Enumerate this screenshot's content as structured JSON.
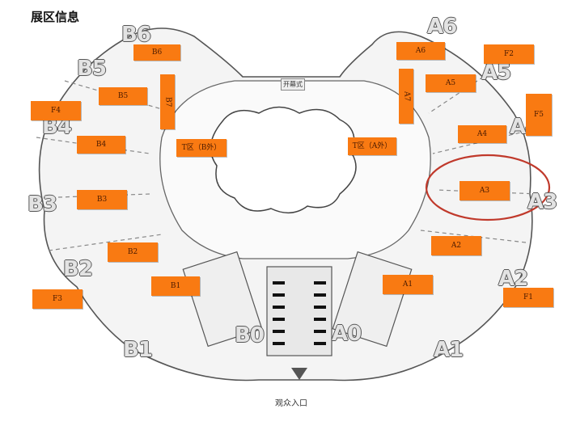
{
  "title": "展区信息",
  "booths": {
    "B6": "B6",
    "B5": "B5",
    "B4": "B4",
    "B3": "B3",
    "B2": "B2",
    "B1": "B1",
    "B7": "B7",
    "A6": "A6",
    "A5": "A5",
    "A4": "A4",
    "A3": "A3",
    "A2": "A2",
    "A1": "A1",
    "A7": "A7",
    "F1": "F1",
    "F2": "F2",
    "F3": "F3",
    "F4": "F4",
    "F5": "F5",
    "T_left": "T区（B外）",
    "T_right": "T区（A外）"
  },
  "zone_letters": [
    "B6",
    "B5",
    "B4",
    "B3",
    "B2",
    "B1",
    "B0",
    "A6",
    "A5",
    "A4",
    "A3",
    "A2",
    "A1",
    "A0"
  ],
  "center_sign": "开幕式",
  "entrance_label": "观众入口",
  "colors": {
    "booth_tag": "#f97a12",
    "highlight_ring": "#c0392b",
    "outline": "#555555"
  }
}
